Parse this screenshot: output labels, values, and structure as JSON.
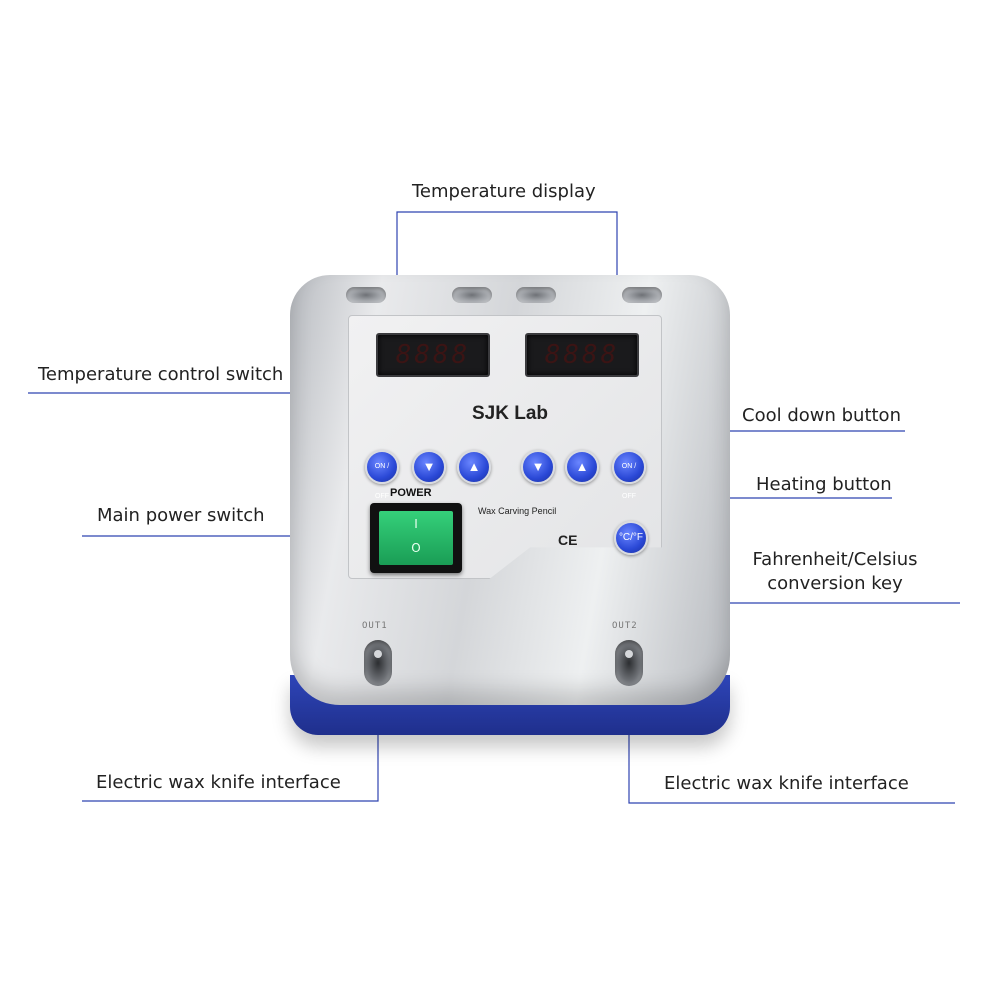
{
  "callouts": {
    "temperature_display": "Temperature display",
    "temperature_control_switch": "Temperature control switch",
    "cool_down_button": "Cool down button",
    "heating_button": "Heating button",
    "main_power_switch": "Main power switch",
    "fahrenheit_celsius_line1": "Fahrenheit/Celsius",
    "fahrenheit_celsius_line2": "conversion key",
    "wax_knife_left": "Electric wax knife interface",
    "wax_knife_right": "Electric wax knife interface"
  },
  "device": {
    "brand": "SJK Lab",
    "display_left": "8888",
    "display_right": "8888",
    "onoff_label": "ON / OFF",
    "arrow_down": "▼",
    "arrow_up": "▲",
    "power_label": "POWER",
    "switch_on": "I",
    "switch_off": "O",
    "pencil_label": "Wax Carving Pencil",
    "cf_label": "°C/°F",
    "ce_mark": "CE",
    "port1": "OUT1",
    "port2": "OUT2"
  },
  "colors": {
    "leader_line": "#2f43b0",
    "button_blue": "#2a48d6",
    "base_blue": "#2e45b8",
    "switch_green": "#22b363"
  }
}
